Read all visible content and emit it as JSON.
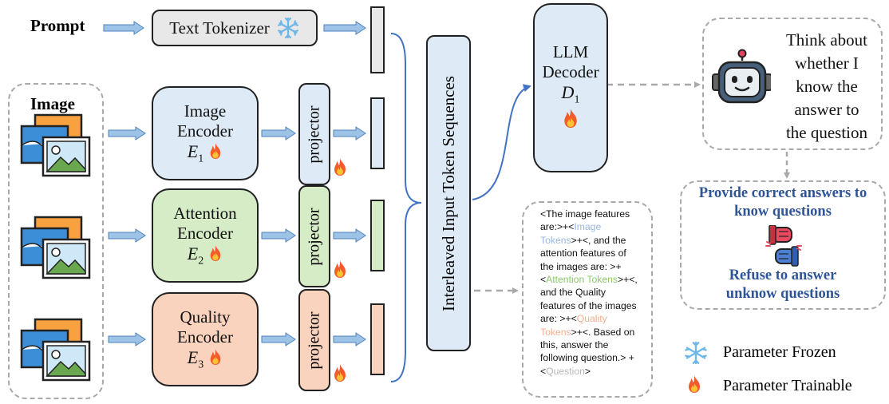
{
  "prompt_label": "Prompt",
  "text_tokenizer": "Text Tokenizer",
  "image_group_label": "Image",
  "encoders": [
    {
      "name": "Image",
      "name2": "Encoder",
      "sym": "E",
      "sub": "1",
      "fill": "#deebf7"
    },
    {
      "name": "Attention",
      "name2": "Encoder",
      "sym": "E",
      "sub": "2",
      "fill": "#d5ecc6"
    },
    {
      "name": "Quality",
      "name2": "Encoder",
      "sym": "E",
      "sub": "3",
      "fill": "#f9d3bd"
    }
  ],
  "projector_label": "projector",
  "projector_fills": [
    "#deebf7",
    "#d5ecc6",
    "#f9d3bd"
  ],
  "sequence_label": "Interleaved Input Token Sequences",
  "decoder": {
    "line1": "LLM",
    "line2": "Decoder",
    "sym": "D",
    "sub": "1"
  },
  "think_text": [
    "Think about",
    "whether I",
    "know the",
    "answer to",
    "the question"
  ],
  "answers": {
    "line1": "Provide correct answers to",
    "line2": "know questions",
    "line3": "Refuse to answer",
    "line4": "unknow questions"
  },
  "token_template": [
    {
      "t": "<The image features are:>+<",
      "c": ""
    },
    {
      "t": "Image Tokens",
      "c": "c-blue"
    },
    {
      "t": ">+<, and the attention features of the images are: >+<",
      "c": ""
    },
    {
      "t": "Attention Tokens",
      "c": "c-green"
    },
    {
      "t": ">+<, and the Quality features of the images are: >+<",
      "c": ""
    },
    {
      "t": "Quality Tokens",
      "c": "c-orange"
    },
    {
      "t": ">+<. Based on this, answer the following question.> + <",
      "c": ""
    },
    {
      "t": "Question",
      "c": "c-gray"
    },
    {
      "t": ">",
      "c": ""
    }
  ],
  "legend": {
    "frozen": "Parameter Frozen",
    "trainable": "Parameter Trainable"
  },
  "colors": {
    "arrow": "#9dc3e6",
    "arrow_stroke": "#4f81bd",
    "brace": "#4472c4",
    "dash": "#a9a9a9",
    "answer_text": "#2f5597",
    "decoder_fill": "#deebf7",
    "tokenizer_fill": "#e8e8e8"
  }
}
